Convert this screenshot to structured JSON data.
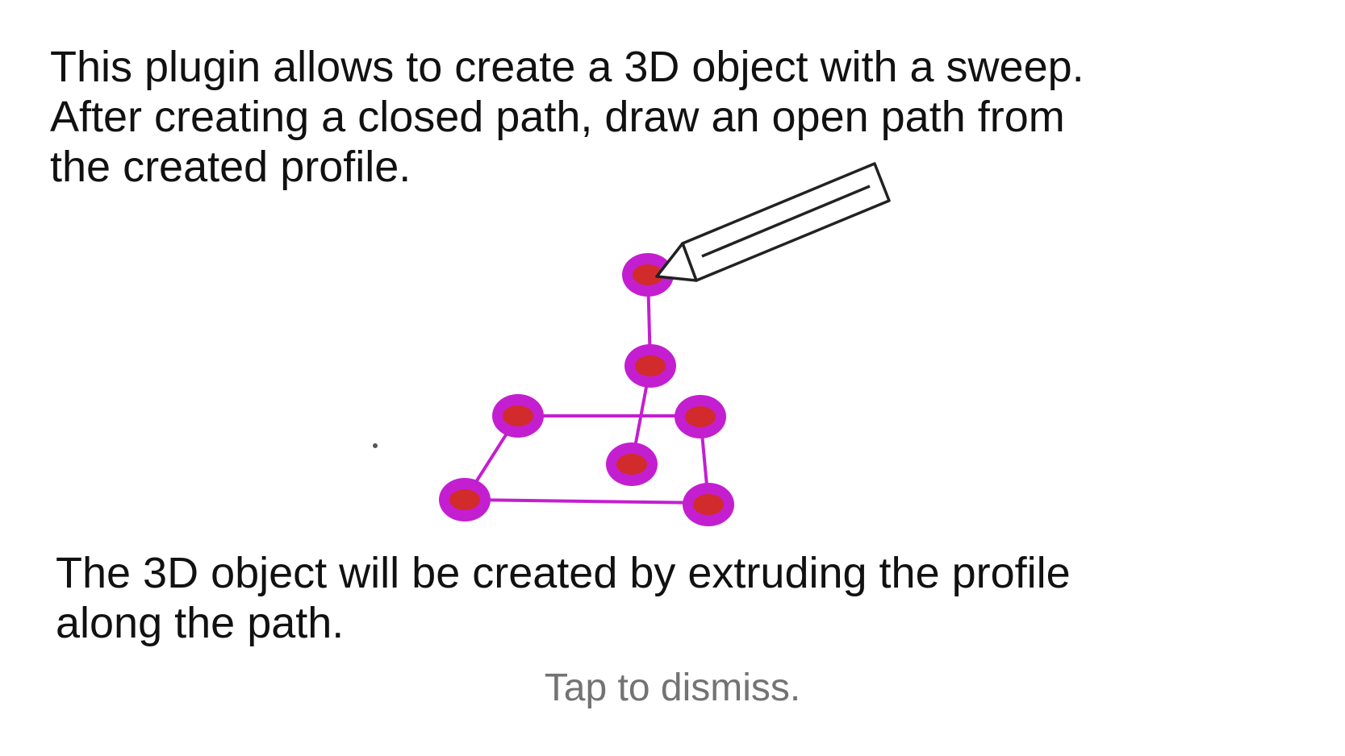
{
  "tutorial": {
    "intro_lines": [
      "This plugin allows to create a 3D object with a sweep.",
      "After creating a closed path, draw an open path from",
      "the created profile."
    ],
    "result_lines": [
      "The 3D object will be created by extruding the profile",
      "along the path."
    ],
    "dismiss_label": "Tap to dismiss."
  },
  "illustration": {
    "icons": [
      "pencil-icon"
    ],
    "colors": {
      "path_line": "#c31fd0",
      "node_ring": "#c31fd0",
      "node_core": "#d12b2b",
      "pencil_outline": "#222222",
      "pencil_fill": "#ffffff"
    }
  }
}
